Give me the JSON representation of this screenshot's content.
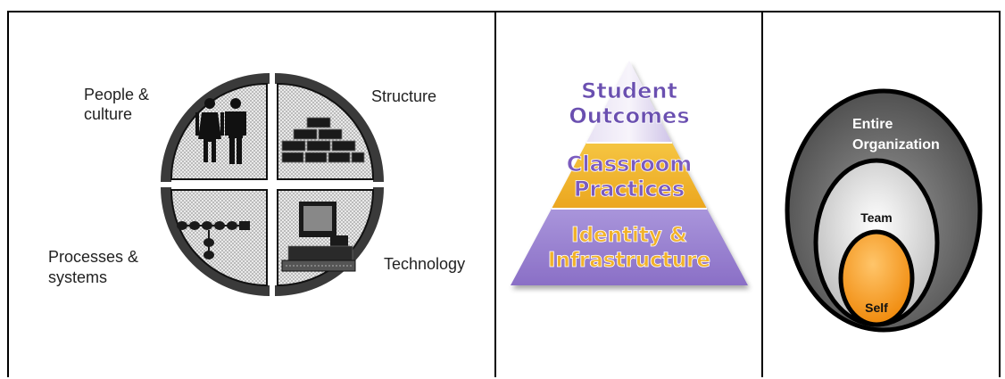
{
  "diagram1": {
    "labels": {
      "people": [
        "People &",
        "culture"
      ],
      "structure": "Structure",
      "processes": [
        "Processes &",
        "systems"
      ],
      "technology": "Technology"
    },
    "icons": [
      "people-icon",
      "brick-pyramid-icon",
      "process-flow-icon",
      "computer-icon"
    ]
  },
  "diagram2": {
    "tiers": [
      {
        "lines": [
          "Student",
          "Outcomes"
        ],
        "color": "#7b5bbf"
      },
      {
        "lines": [
          "Classroom",
          "Practices"
        ],
        "color": "#f2b830"
      },
      {
        "lines": [
          "Identity &",
          "Infrastructure"
        ],
        "color": "#9b83d2"
      }
    ]
  },
  "diagram3": {
    "circles": [
      {
        "label_lines": [
          "Entire",
          "Organization"
        ],
        "color": "#6b6b6b"
      },
      {
        "label_lines": [
          "Team"
        ],
        "color": "#e0e0e0"
      },
      {
        "label_lines": [
          "Self"
        ],
        "color": "#f7941d"
      }
    ]
  }
}
